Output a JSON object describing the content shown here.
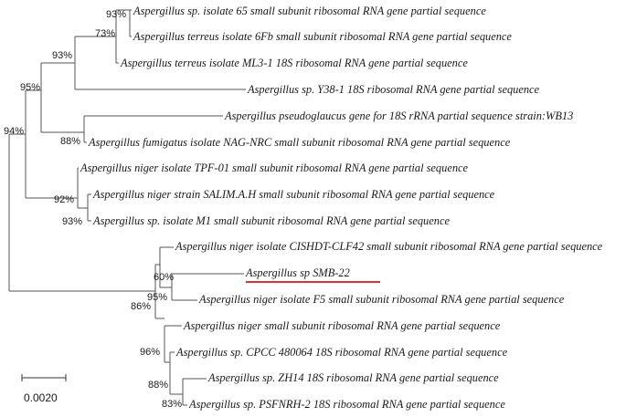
{
  "tree": {
    "taxa": [
      {
        "id": "t1",
        "label": "Aspergillus sp. isolate 65 small subunit ribosomal RNA gene partial sequence"
      },
      {
        "id": "t2",
        "label": "Aspergillus terreus isolate 6Fb small subunit ribosomal RNA gene partial sequence"
      },
      {
        "id": "t3",
        "label": "Aspergillus terreus isolate ML3-1 18S ribosomal RNA gene partial sequence"
      },
      {
        "id": "t4",
        "label": "Aspergillus sp. Y38-1 18S ribosomal RNA gene partial sequence"
      },
      {
        "id": "t5",
        "label": "Aspergillus pseudoglaucus gene for 18S rRNA partial sequence strain:WB13"
      },
      {
        "id": "t6",
        "label": "Aspergillus fumigatus isolate NAG-NRC small subunit ribosomal RNA gene partial sequence"
      },
      {
        "id": "t7",
        "label": "Aspergillus niger isolate TPF-01 small subunit ribosomal RNA gene partial sequence"
      },
      {
        "id": "t8",
        "label": "Aspergillus niger strain SALIM.A.H small subunit ribosomal RNA gene partial sequence"
      },
      {
        "id": "t9",
        "label": "Aspergillus sp. isolate M1 small subunit ribosomal RNA gene partial sequence"
      },
      {
        "id": "t10",
        "label": "Aspergillus niger isolate CISHDT-CLF42 small subunit ribosomal RNA gene partial sequence"
      },
      {
        "id": "t11",
        "label": "Aspergillus sp SMB-22",
        "highlighted": true
      },
      {
        "id": "t12",
        "label": "Aspergillus niger isolate F5 small subunit ribosomal RNA gene partial sequence"
      },
      {
        "id": "t13",
        "label": "Aspergillus niger small subunit ribosomal RNA gene partial sequence"
      },
      {
        "id": "t14",
        "label": "Aspergillus sp. CPCC 480064 18S ribosomal RNA gene partial sequence"
      },
      {
        "id": "t15",
        "label": "Aspergillus sp. ZH14 18S ribosomal RNA gene partial sequence"
      },
      {
        "id": "t16",
        "label": "Aspergillus sp. PSFNRH-2 18S ribosomal RNA gene partial sequence"
      }
    ],
    "bootstrap": [
      {
        "id": "b1",
        "value": "93%"
      },
      {
        "id": "b2",
        "value": "73%"
      },
      {
        "id": "b3",
        "value": "93%"
      },
      {
        "id": "b4",
        "value": "95%"
      },
      {
        "id": "b5",
        "value": "94%"
      },
      {
        "id": "b6",
        "value": "88%"
      },
      {
        "id": "b7",
        "value": "92%"
      },
      {
        "id": "b8",
        "value": "93%"
      },
      {
        "id": "b9",
        "value": "60%"
      },
      {
        "id": "b10",
        "value": "95%"
      },
      {
        "id": "b11",
        "value": "86%"
      },
      {
        "id": "b12",
        "value": "96%"
      },
      {
        "id": "b13",
        "value": "88%"
      },
      {
        "id": "b14",
        "value": "83%"
      }
    ],
    "scale_bar": {
      "label": "0.0020"
    }
  },
  "colors": {
    "highlight_underline": "#e03030",
    "branch": "#555555",
    "text": "#1a1a1a"
  }
}
